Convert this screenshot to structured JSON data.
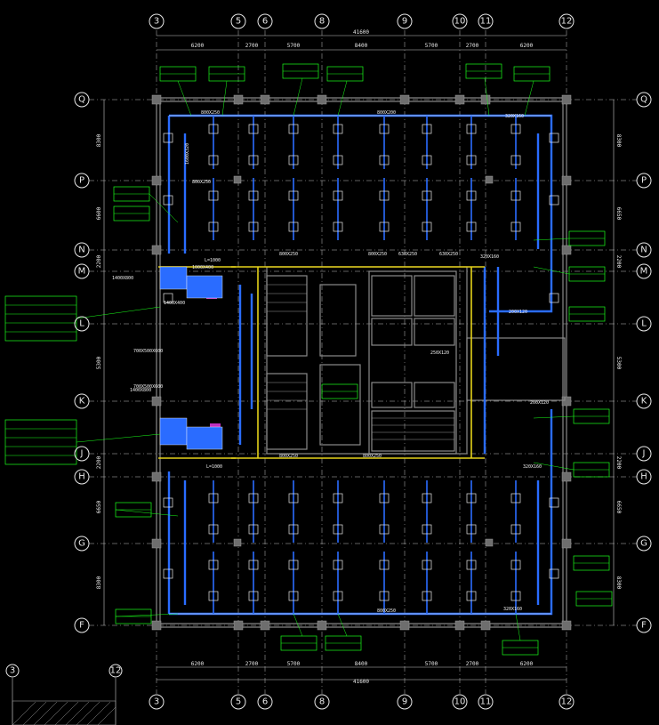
{
  "axes_top": [
    "3",
    "5",
    "6",
    "8",
    "9",
    "10",
    "11",
    "12"
  ],
  "axes_side": [
    "Q",
    "P",
    "N",
    "M",
    "L",
    "K",
    "J",
    "H",
    "G",
    "F"
  ],
  "dims_top": [
    "6200",
    "2700",
    "5700",
    "8400",
    "5700",
    "2700",
    "6200"
  ],
  "overall_width": "41600",
  "dims_left": [
    "8300",
    "6600",
    "2200",
    "5300",
    "2200",
    "6650",
    "8300"
  ],
  "dims_right": [
    "8300",
    "6650",
    "2200",
    "5300",
    "2200",
    "6650",
    "8300"
  ],
  "duct_labels": [
    "800X250",
    "800X200",
    "320X160",
    "800X250",
    "1600X320",
    "1000X400",
    "1400X800",
    "1400X400",
    "800X250",
    "800X250",
    "630X250",
    "630X250",
    "320X160",
    "200X120",
    "200X120",
    "250X120",
    "800X250",
    "800X250",
    "320X160",
    "800X250",
    "320X160",
    "L=1000",
    "L=1000"
  ],
  "notes": [
    "1400X800",
    "700X500X600",
    "1400X800",
    "700X500X600"
  ],
  "legend_box": [
    "",
    "",
    "",
    ""
  ],
  "key_axes": [
    "3",
    "12"
  ],
  "colors": {
    "background": "#000000",
    "duct": "#2a6cff",
    "tag": "#1aff1a",
    "linework": "#e8e8e8",
    "accent": "#e5d21a",
    "fcu": "#c030c0"
  }
}
